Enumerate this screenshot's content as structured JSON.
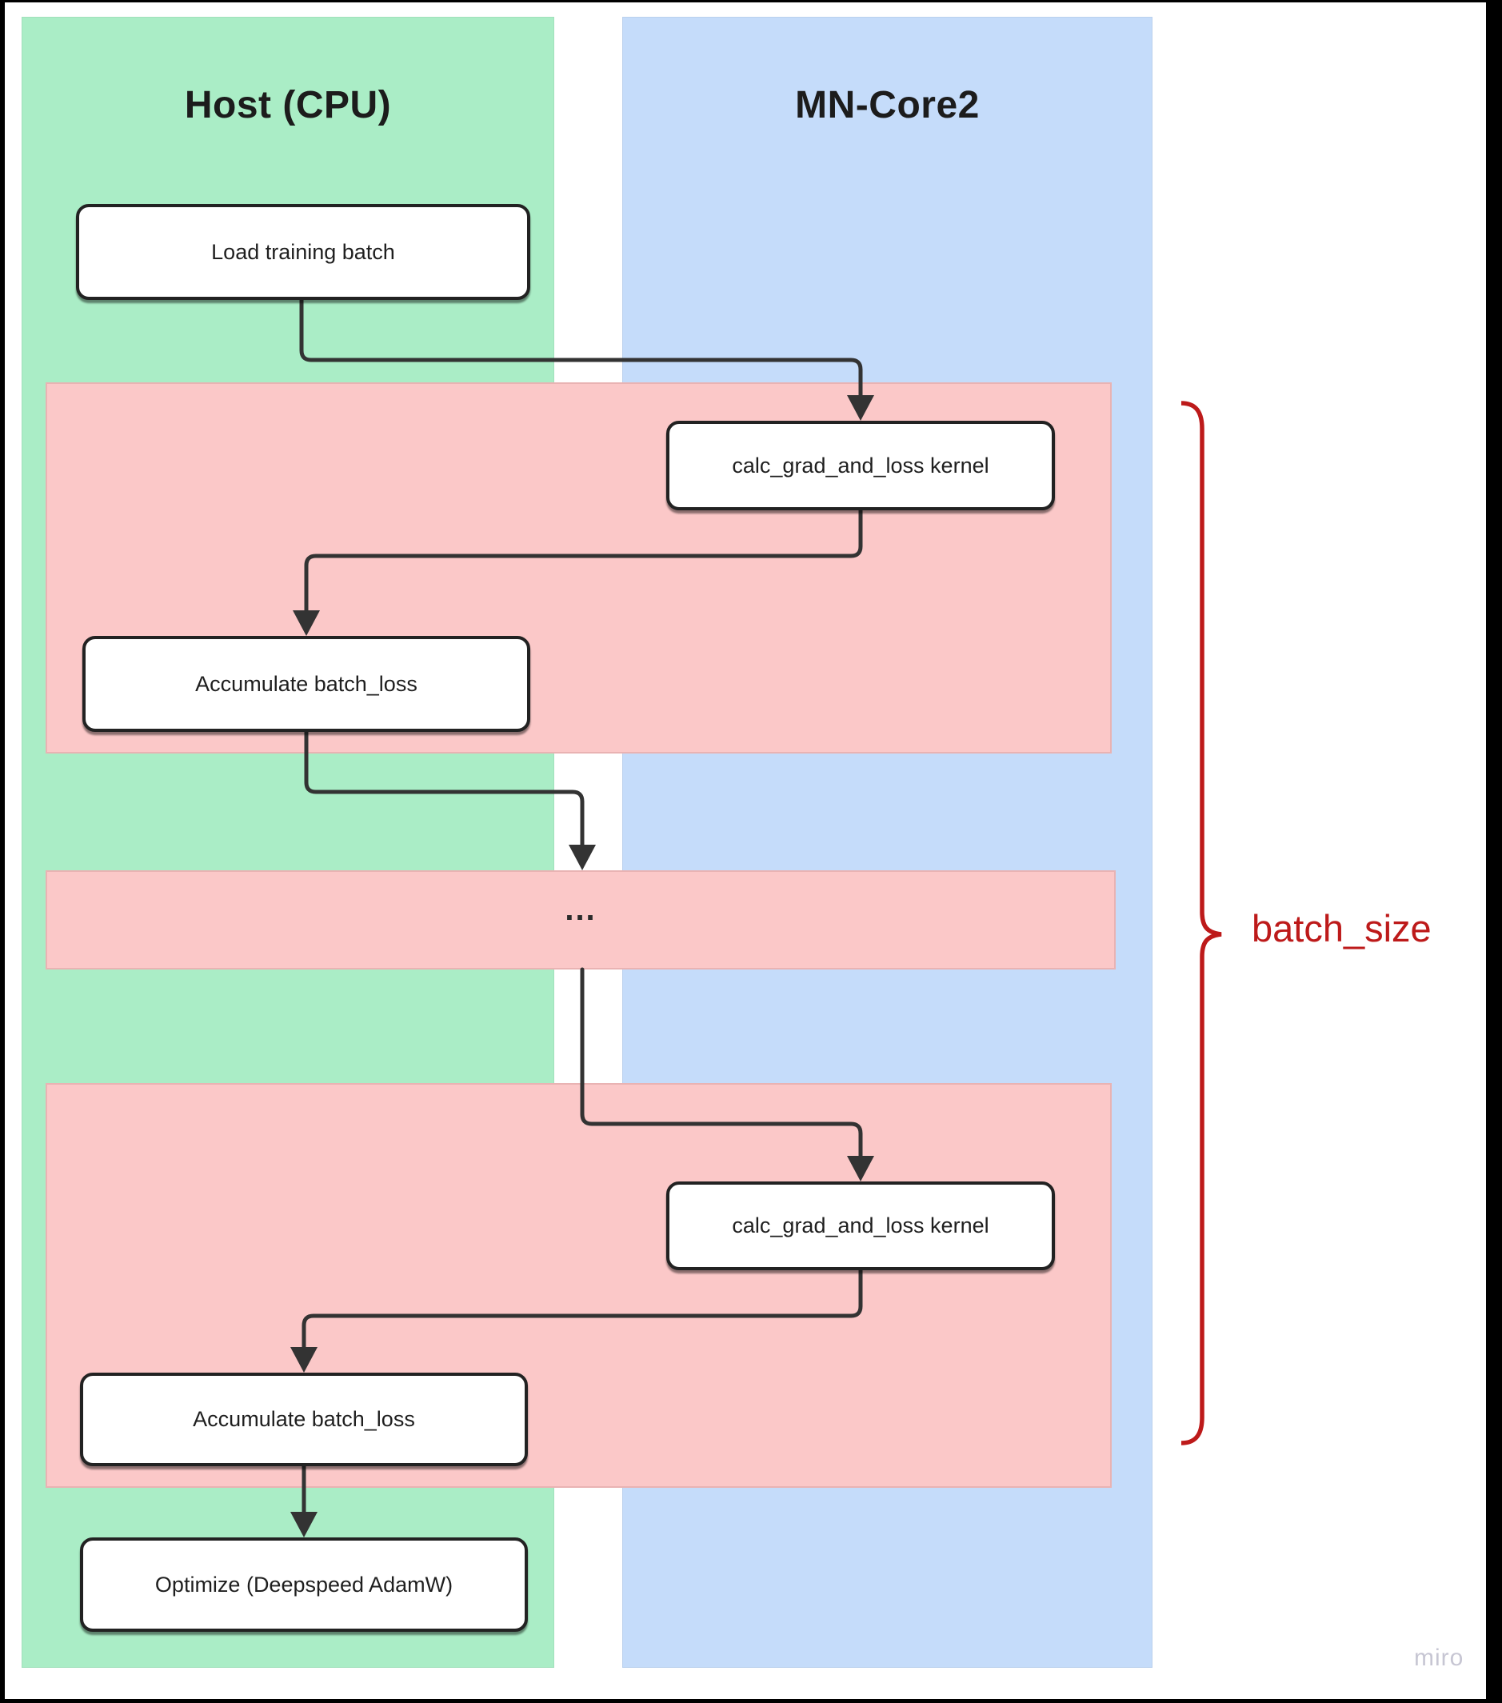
{
  "diagram": {
    "columns": {
      "host": {
        "title": "Host (CPU)"
      },
      "mn_core2": {
        "title": "MN-Core2"
      }
    },
    "nodes": {
      "load_batch": "Load training batch",
      "calc_kernel_1": "calc_grad_and_loss kernel",
      "accumulate_1": "Accumulate batch_loss",
      "ellipsis": "...",
      "calc_kernel_2": "calc_grad_and_loss kernel",
      "accumulate_2": "Accumulate batch_loss",
      "optimize": "Optimize (Deepspeed AdamW)"
    },
    "annotations": {
      "batch_size": "batch_size"
    },
    "watermark": "miro",
    "colors": {
      "host_column": "#aaedc6",
      "mn_core2_column": "#c5dcfa",
      "iteration_band": "#fbc8c8",
      "brace_and_label": "#bd1a1a",
      "arrow": "#333333",
      "node_border": "#222222",
      "node_fill": "#ffffff",
      "text": "#1f1f1f",
      "watermark": "#c7c6d3"
    }
  }
}
